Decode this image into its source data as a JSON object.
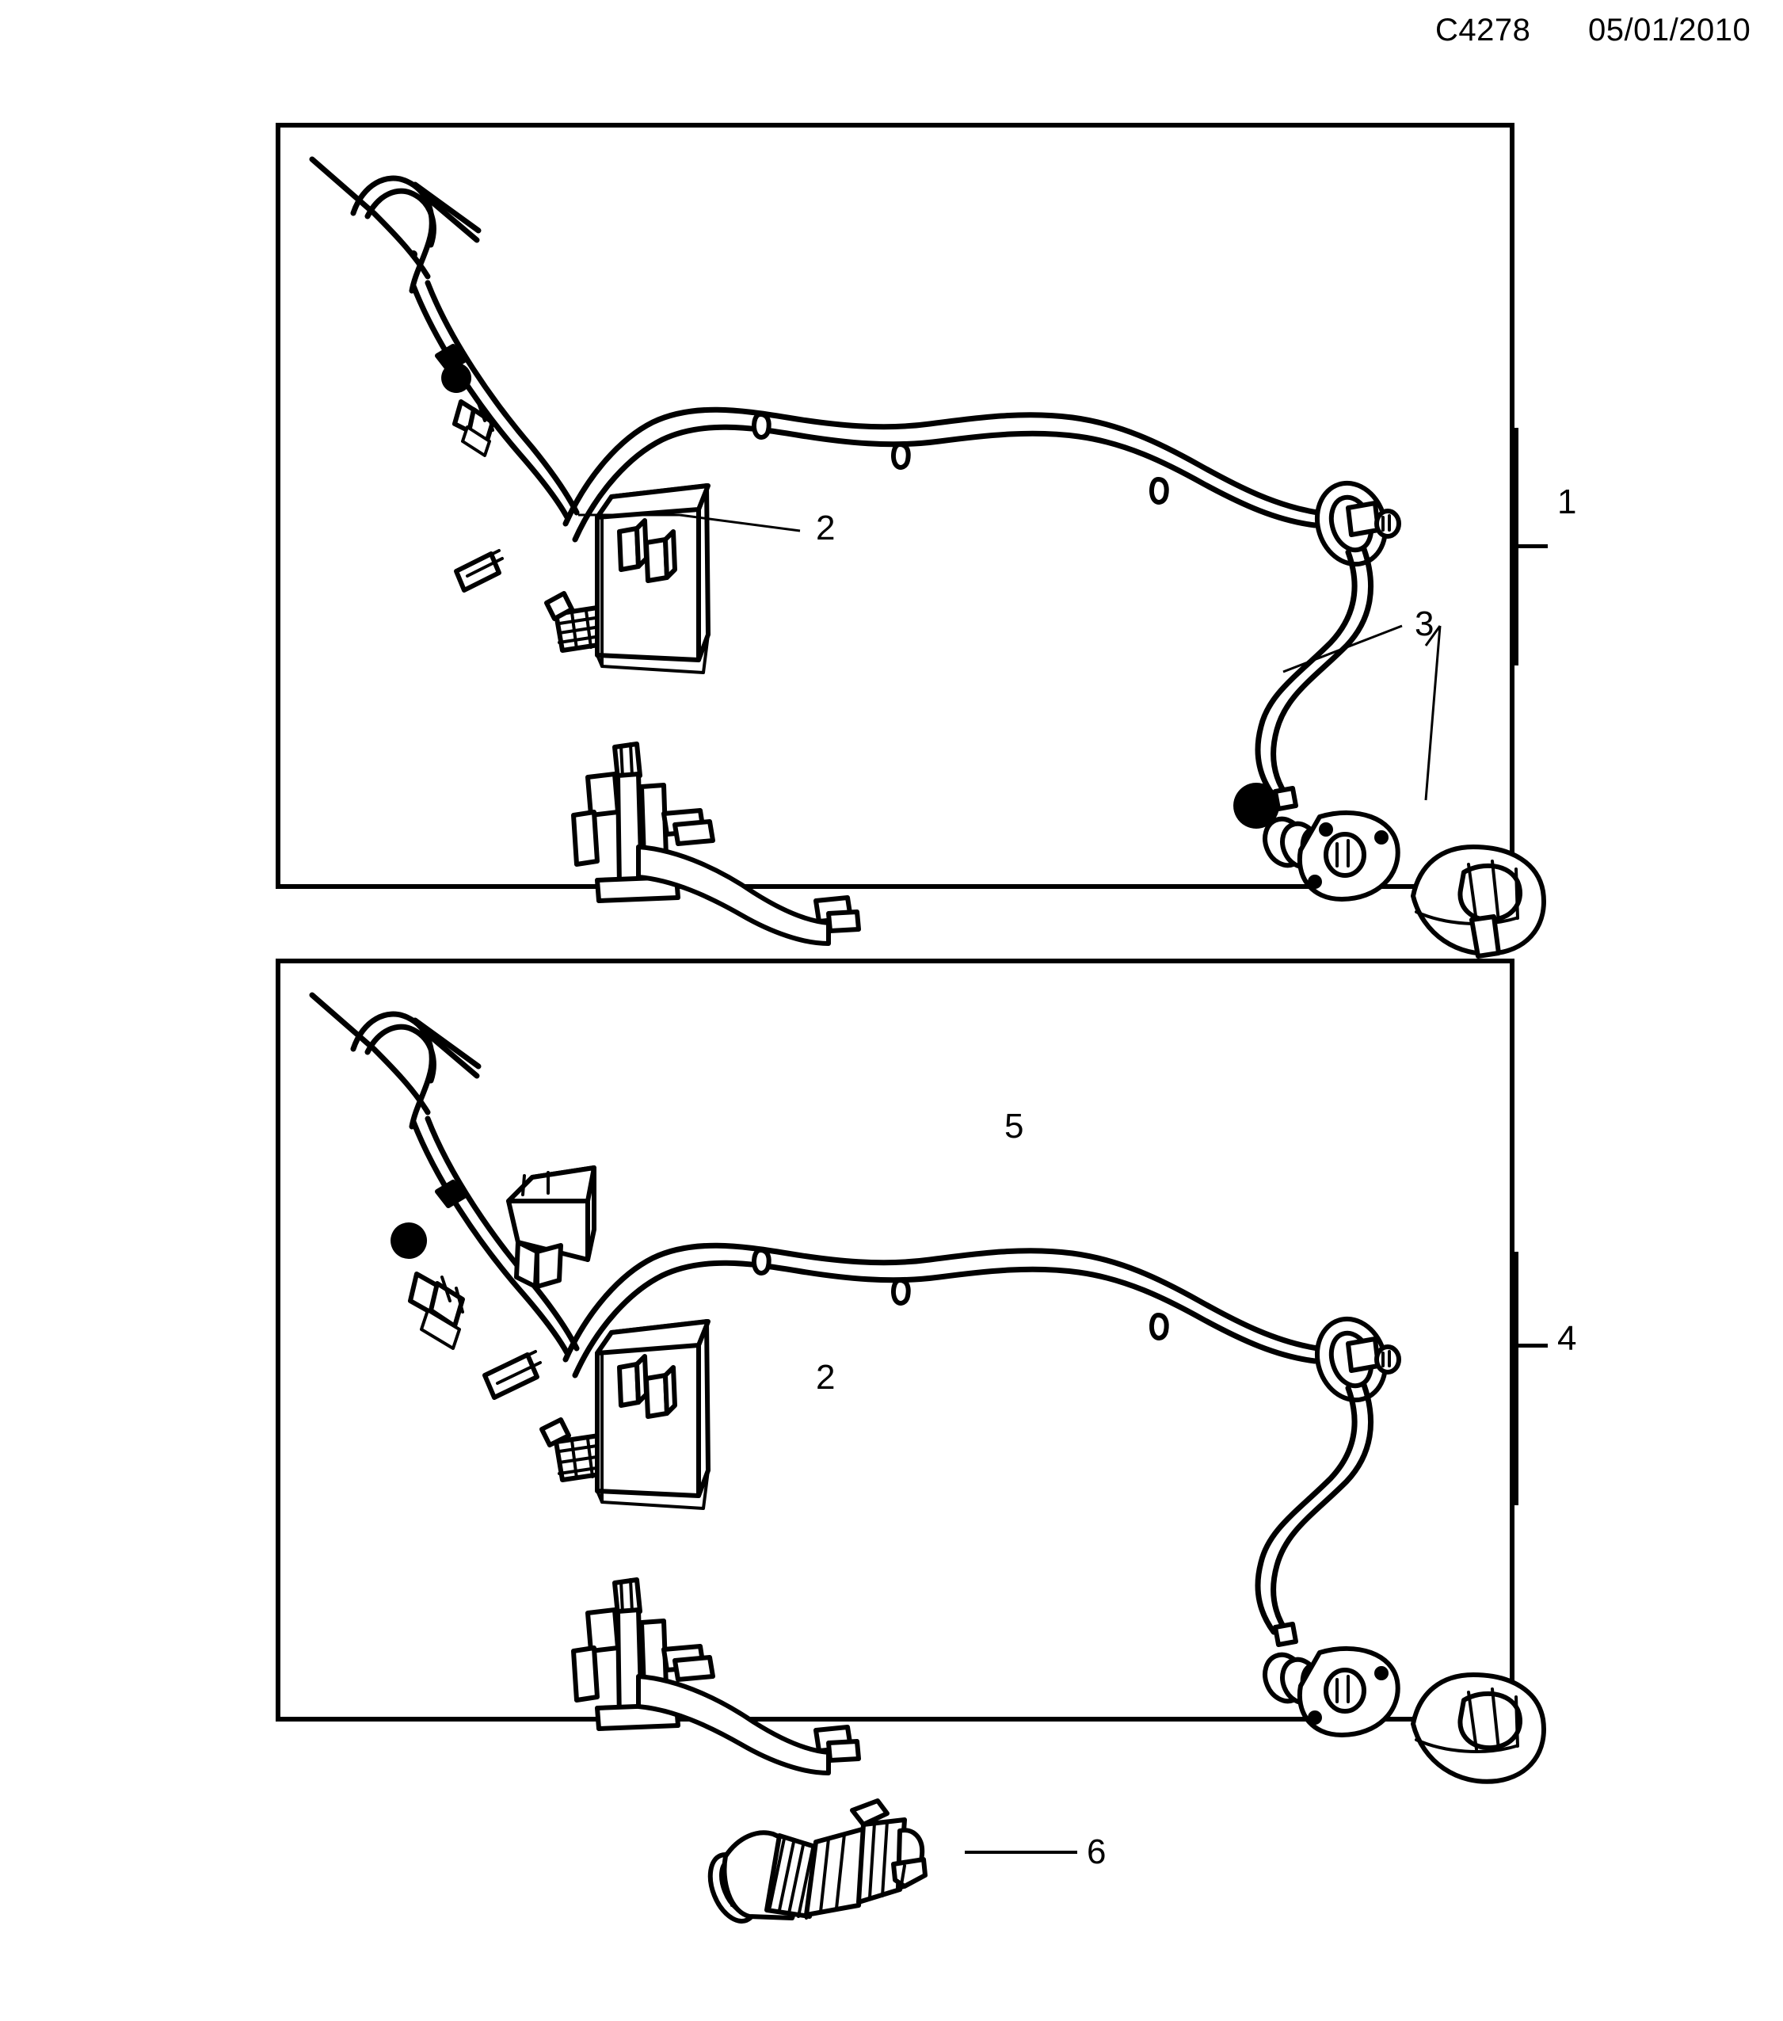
{
  "header": {
    "drawing_code": "C4278",
    "date": "05/01/2010"
  },
  "panels": [
    {
      "id": "panel-1",
      "callout": "1",
      "items": [
        {
          "ref": "2",
          "name": "control-module"
        },
        {
          "ref": "3",
          "name": "socket-and-connector"
        }
      ]
    },
    {
      "id": "panel-2",
      "callout": "4",
      "items": [
        {
          "ref": "2",
          "name": "control-module"
        },
        {
          "ref": "5",
          "name": "wiring-harness-cable"
        }
      ]
    }
  ],
  "standalone": {
    "ref": "6",
    "name": "cylindrical-connector"
  },
  "labels": {
    "one": "1",
    "two_a": "2",
    "two_b": "2",
    "three": "3",
    "four": "4",
    "five": "5",
    "six": "6"
  },
  "colors": {
    "line": "#000000",
    "background": "#ffffff"
  }
}
